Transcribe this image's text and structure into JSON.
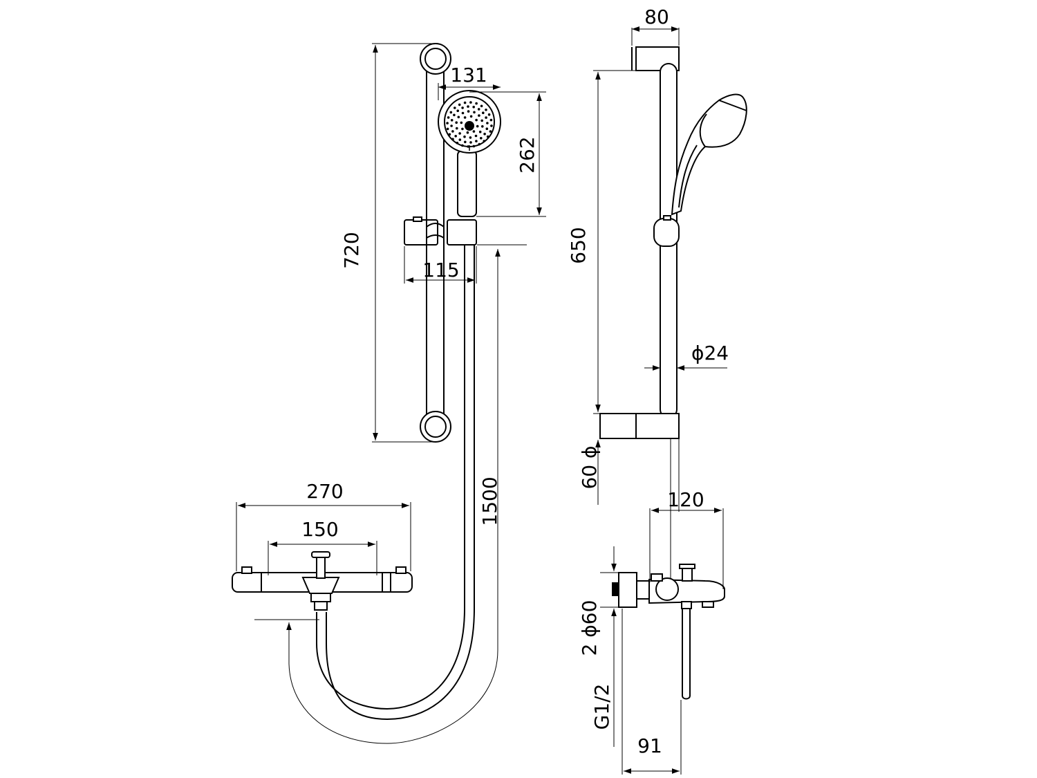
{
  "dimensions": {
    "w80": "80",
    "w131": "131",
    "h262": "262",
    "h720": "720",
    "w115": "115",
    "h650": "650",
    "d24": "24",
    "h1500": "1500",
    "w270": "270",
    "w150": "150",
    "h60a": "60",
    "w120": "120",
    "d60b": "2 ϕ60",
    "g12": "G1/2",
    "w91": "91"
  },
  "symbols": {
    "diameter": "ϕ"
  },
  "colors": {
    "line": "#000000",
    "background": "#ffffff"
  }
}
